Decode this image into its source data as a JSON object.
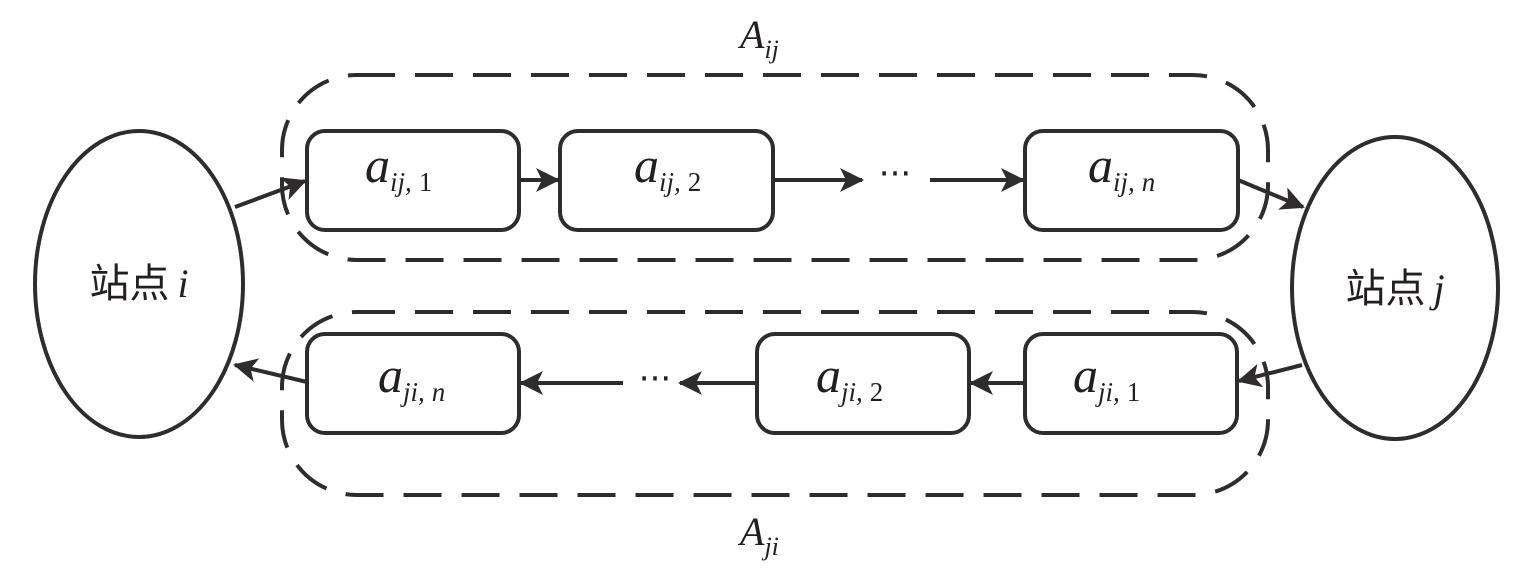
{
  "diagram": {
    "type": "flow",
    "colors": {
      "stroke": "#2f2c2d",
      "text": "#231f20",
      "background": "#ffffff"
    },
    "stations": [
      {
        "id": "i",
        "label_prefix": "站点",
        "label_var": "i"
      },
      {
        "id": "j",
        "label_prefix": "站点",
        "label_var": "j"
      }
    ],
    "groups": [
      {
        "id": "Aij",
        "main": "A",
        "sub": "ij",
        "style": "dashed"
      },
      {
        "id": "Aji",
        "main": "A",
        "sub": "ji",
        "style": "dashed"
      }
    ],
    "forward_steps": [
      {
        "main": "a",
        "sub": "ij,",
        "idx": "1",
        "idx_italic": false
      },
      {
        "main": "a",
        "sub": "ij,",
        "idx": "2",
        "idx_italic": false
      },
      {
        "main": "a",
        "sub": "ij,",
        "idx": "n",
        "idx_italic": true
      }
    ],
    "backward_steps": [
      {
        "main": "a",
        "sub": "ji,",
        "idx": "n",
        "idx_italic": true
      },
      {
        "main": "a",
        "sub": "ji,",
        "idx": "2",
        "idx_italic": false
      },
      {
        "main": "a",
        "sub": "ji,",
        "idx": "1",
        "idx_italic": false
      }
    ],
    "ellipsis": "···",
    "edges": [
      {
        "from": "station-i",
        "to": "a_ij,1"
      },
      {
        "from": "a_ij,1",
        "to": "a_ij,2"
      },
      {
        "from": "a_ij,2",
        "to": "ellipsis-top"
      },
      {
        "from": "ellipsis-top",
        "to": "a_ij,n"
      },
      {
        "from": "a_ij,n",
        "to": "station-j"
      },
      {
        "from": "station-j",
        "to": "a_ji,1"
      },
      {
        "from": "a_ji,1",
        "to": "a_ji,2"
      },
      {
        "from": "a_ji,2",
        "to": "ellipsis-bottom"
      },
      {
        "from": "ellipsis-bottom",
        "to": "a_ji,n"
      },
      {
        "from": "a_ji,n",
        "to": "station-i"
      }
    ]
  }
}
